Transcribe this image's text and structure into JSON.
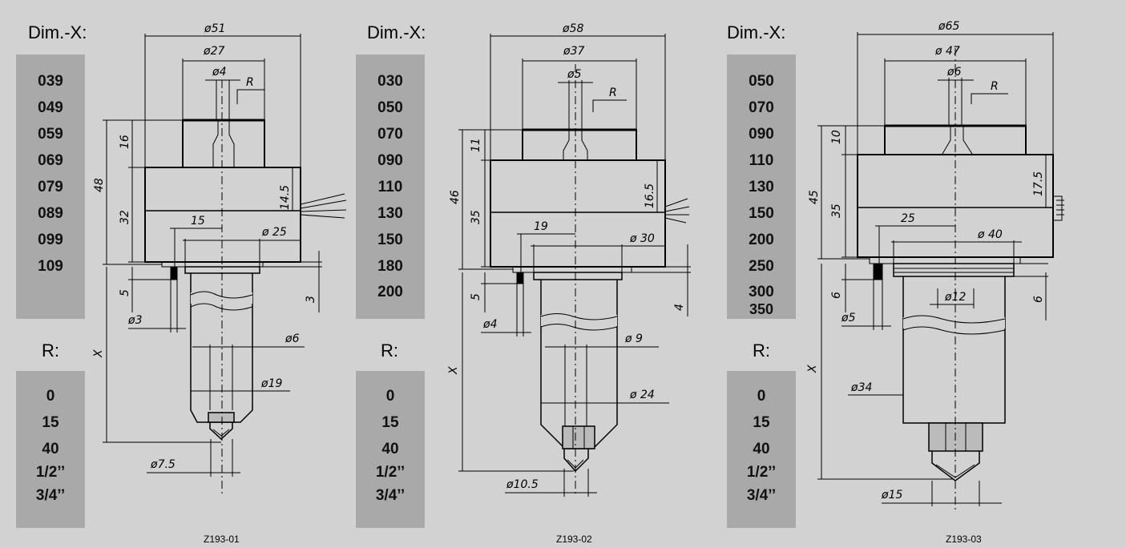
{
  "panels": [
    {
      "dim_label": "Dim.-X:",
      "x_codes": [
        "039",
        "049",
        "059",
        "069",
        "079",
        "089",
        "099",
        "109"
      ],
      "r_label": "R:",
      "r_codes": [
        "0",
        "15",
        "40",
        "1/2’’",
        "3/4’’"
      ],
      "figure_id": "Z193-01",
      "dims": {
        "d_top": "ø51",
        "d_mid": "ø27",
        "d_small": "ø4",
        "r": "R",
        "h_total": "48",
        "h_top": "16",
        "h_body": "32",
        "h_half": "14.5",
        "off": "15",
        "d_pin_circle": "ø 25",
        "h_pin": "5",
        "h_flange": "3",
        "d_pin": "ø3",
        "d_bore": "ø6",
        "d_shaft": "ø19",
        "x": "X",
        "d_tip": "ø7.5"
      }
    },
    {
      "dim_label": "Dim.-X:",
      "x_codes": [
        "030",
        "050",
        "070",
        "090",
        "110",
        "130",
        "150",
        "180",
        "200"
      ],
      "r_label": "R:",
      "r_codes": [
        "0",
        "15",
        "40",
        "1/2’’",
        "3/4’’"
      ],
      "figure_id": "Z193-02",
      "dims": {
        "d_top": "ø58",
        "d_mid": "ø37",
        "d_small": "ø5",
        "r": "R",
        "h_total": "46",
        "h_top": "11",
        "h_body": "35",
        "h_half": "16.5",
        "off": "19",
        "d_pin_circle": "ø 30",
        "h_pin": "5",
        "h_flange": "4",
        "d_pin": "ø4",
        "d_bore": "ø 9",
        "d_shaft": "ø 24",
        "x": "X",
        "d_tip": "ø10.5"
      }
    },
    {
      "dim_label": "Dim.-X:",
      "x_codes": [
        "050",
        "070",
        "090",
        "110",
        "130",
        "150",
        "200",
        "250",
        "300",
        "350"
      ],
      "r_label": "R:",
      "r_codes": [
        "0",
        "15",
        "40",
        "1/2’’",
        "3/4’’"
      ],
      "figure_id": "Z193-03",
      "dims": {
        "d_top": "ø65",
        "d_mid": "ø 47",
        "d_small": "ø6",
        "r": "R",
        "h_total": "45",
        "h_top": "10",
        "h_body": "35",
        "h_half": "17.5",
        "off": "25",
        "d_pin_circle": "ø 40",
        "h_pin": "6",
        "h_flange": "6",
        "d_pin": "ø5",
        "d_bore": "ø12",
        "d_shaft": "ø34",
        "x": "X",
        "d_tip": "ø15"
      }
    }
  ]
}
